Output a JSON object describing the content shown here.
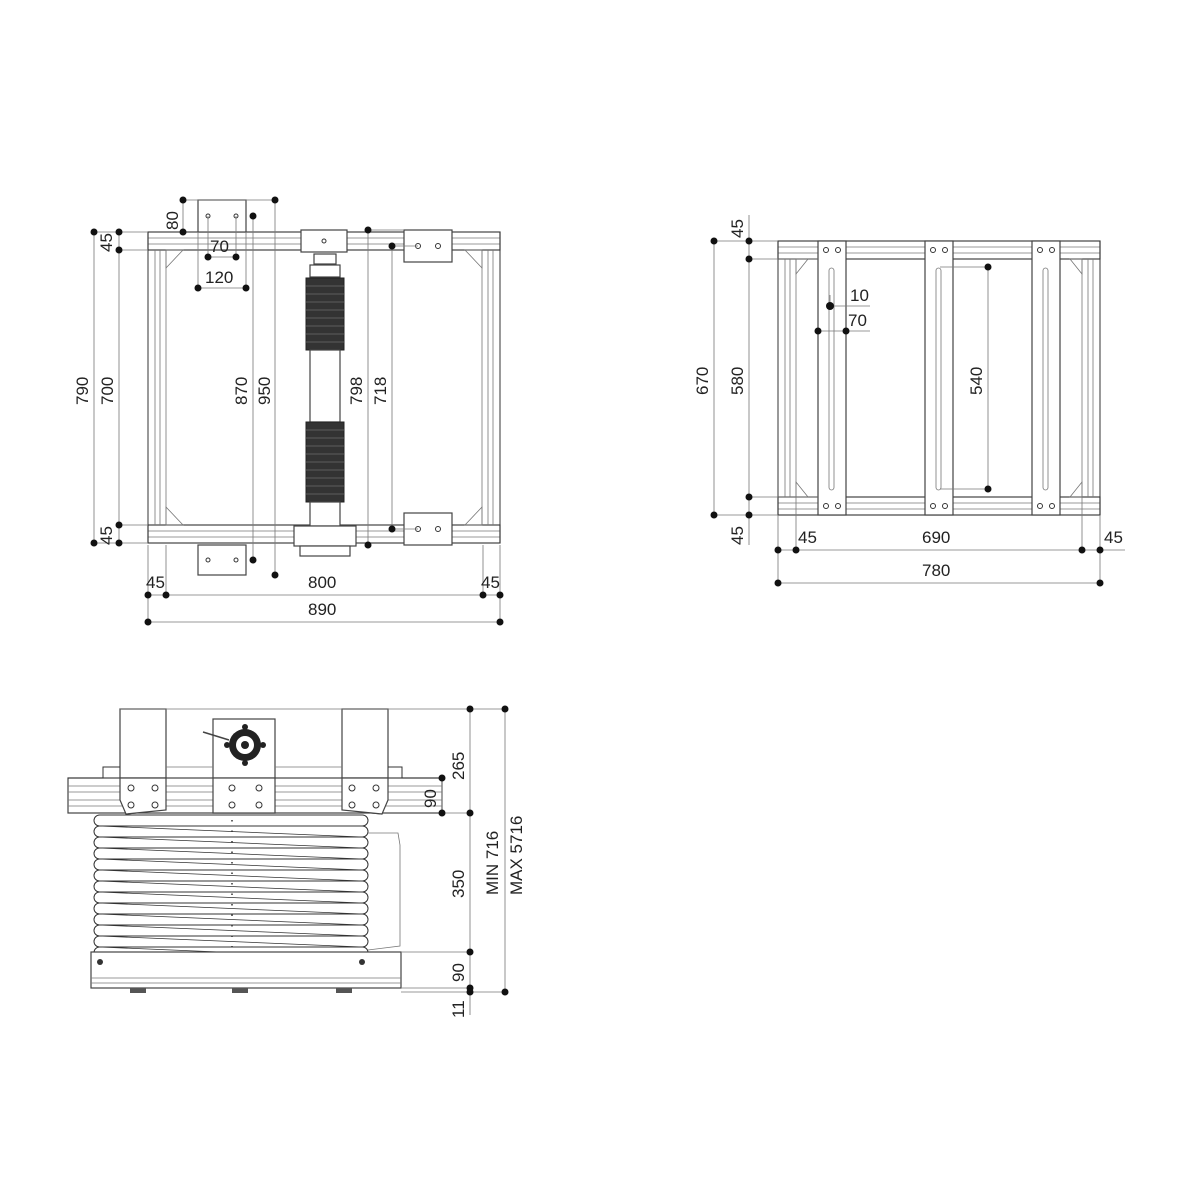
{
  "drawing": {
    "type": "technical dimension drawing",
    "units": "mm",
    "views": {
      "top_view": {
        "labels": {
          "d80": "80",
          "d45_top": "45",
          "d70": "70",
          "d120": "120",
          "d790": "790",
          "d700": "700",
          "d870": "870",
          "d950": "950",
          "d798": "798",
          "d718": "718",
          "d45_bottom": "45",
          "d45_left": "45",
          "d800": "800",
          "d45_right": "45",
          "d890": "890"
        }
      },
      "frame_view": {
        "labels": {
          "d45_top": "45",
          "d670": "670",
          "d580": "580",
          "d10": "10",
          "d70": "70",
          "d540": "540",
          "d45_bottom": "45",
          "d45_left": "45",
          "d690": "690",
          "d45_right": "45",
          "d780": "780"
        }
      },
      "side_view": {
        "labels": {
          "d265": "265",
          "d90_top": "90",
          "d350": "350",
          "d90_bottom": "90",
          "d11": "11",
          "min": "MIN  716",
          "max": "MAX 5716"
        }
      }
    },
    "colors": {
      "line": "#333333",
      "dot": "#111111",
      "background": "#ffffff"
    }
  }
}
